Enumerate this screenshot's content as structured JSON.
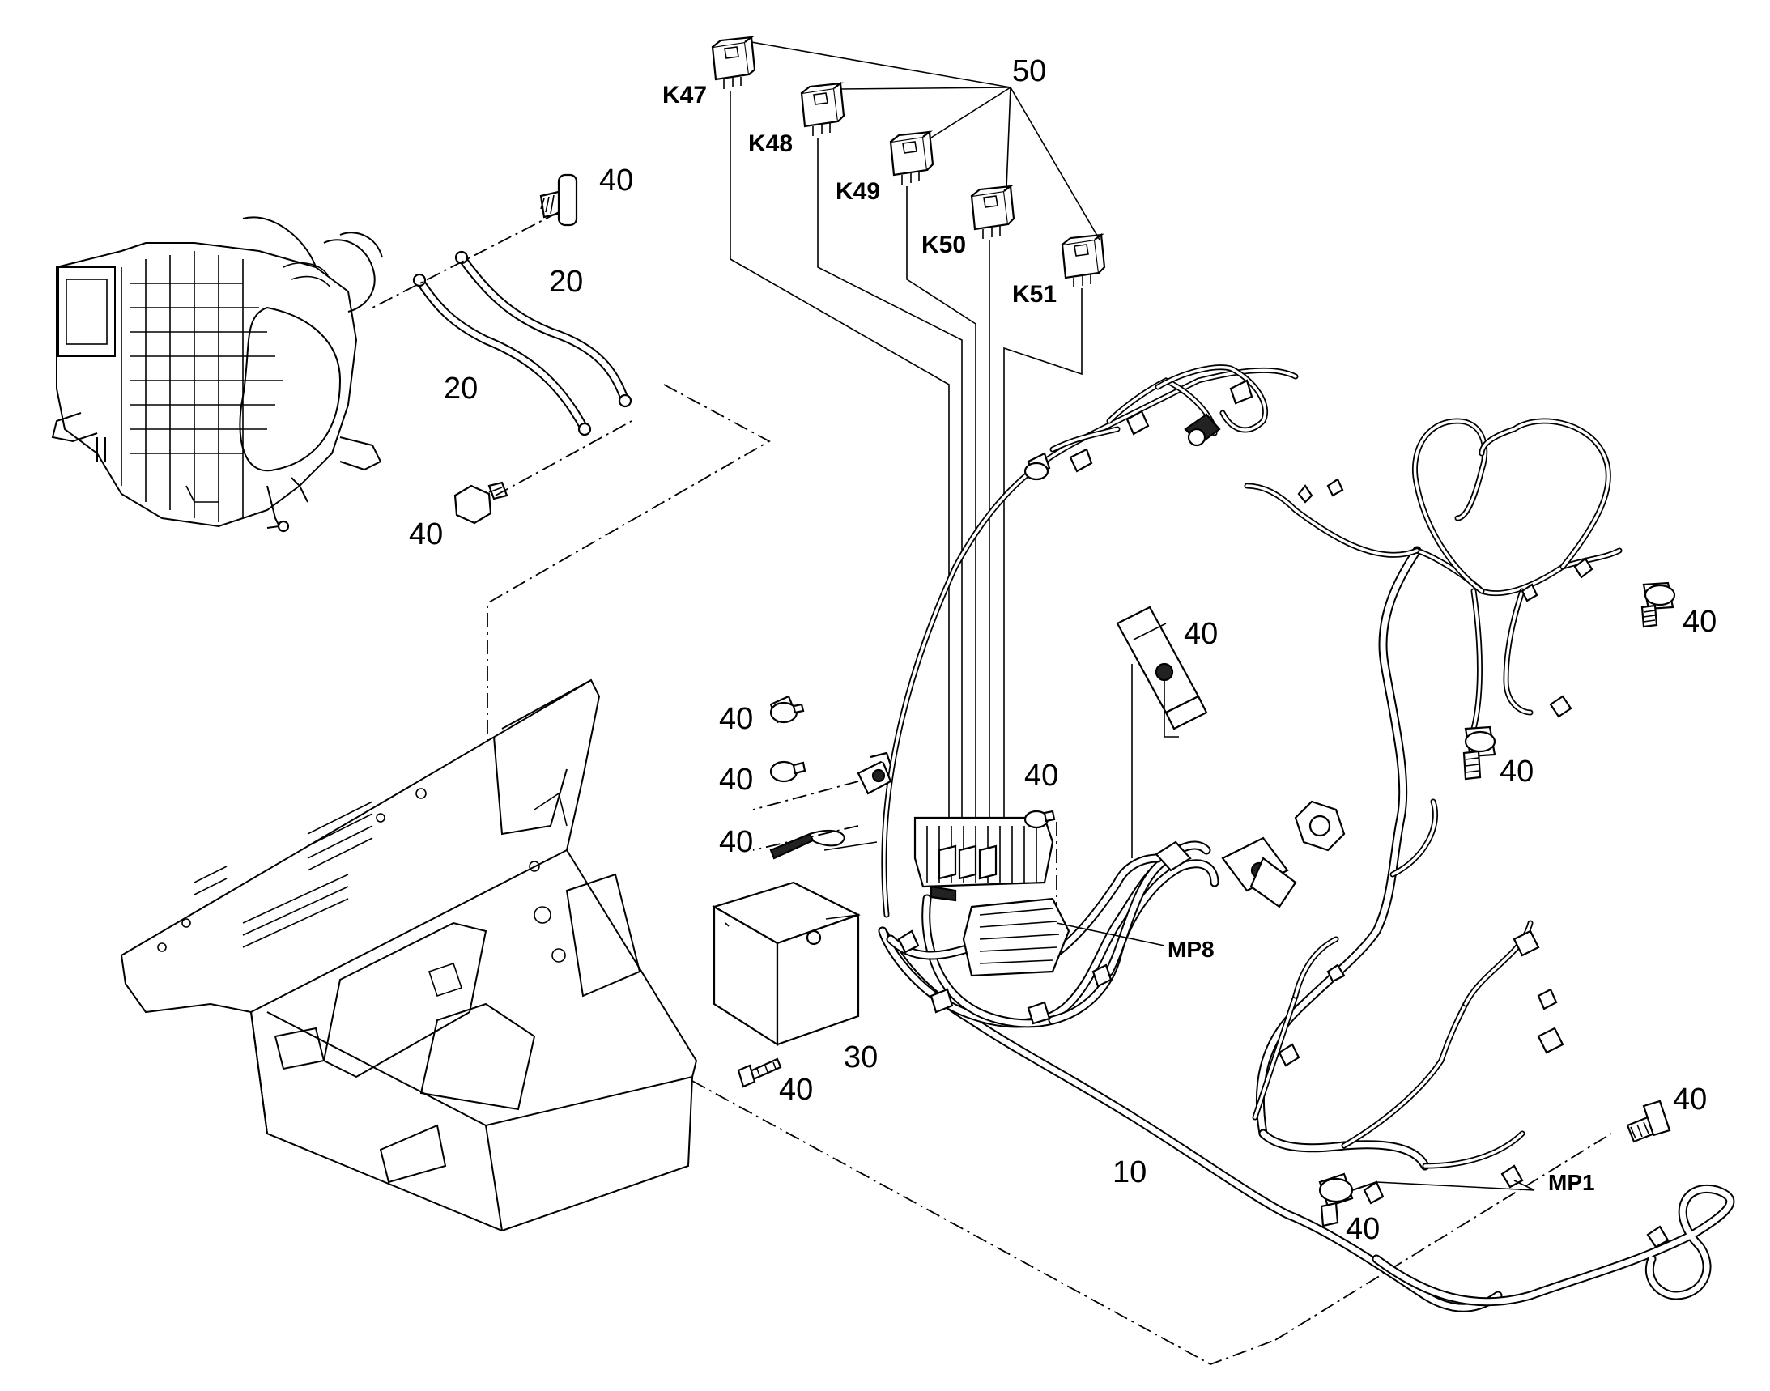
{
  "callouts": {
    "c50": "50",
    "c40_bolt_top": "40",
    "c20_a": "20",
    "c20_b": "20",
    "c40_bolt_hex": "40",
    "c40_clip_upper": "40",
    "c40_clip_right": "40",
    "c40_screw_a": "40",
    "c40_screw_b": "40",
    "c40_screw_c": "40",
    "c40_tie": "40",
    "c40_clip_mid": "40",
    "c30": "30",
    "c40_screw_box": "40",
    "c40_bolt_right": "40",
    "c10": "10",
    "c40_sensor": "40"
  },
  "relays": [
    "K47",
    "K48",
    "K49",
    "K50",
    "K51"
  ],
  "measurement_points": {
    "mp8": "MP8",
    "mp1": "MP1"
  }
}
